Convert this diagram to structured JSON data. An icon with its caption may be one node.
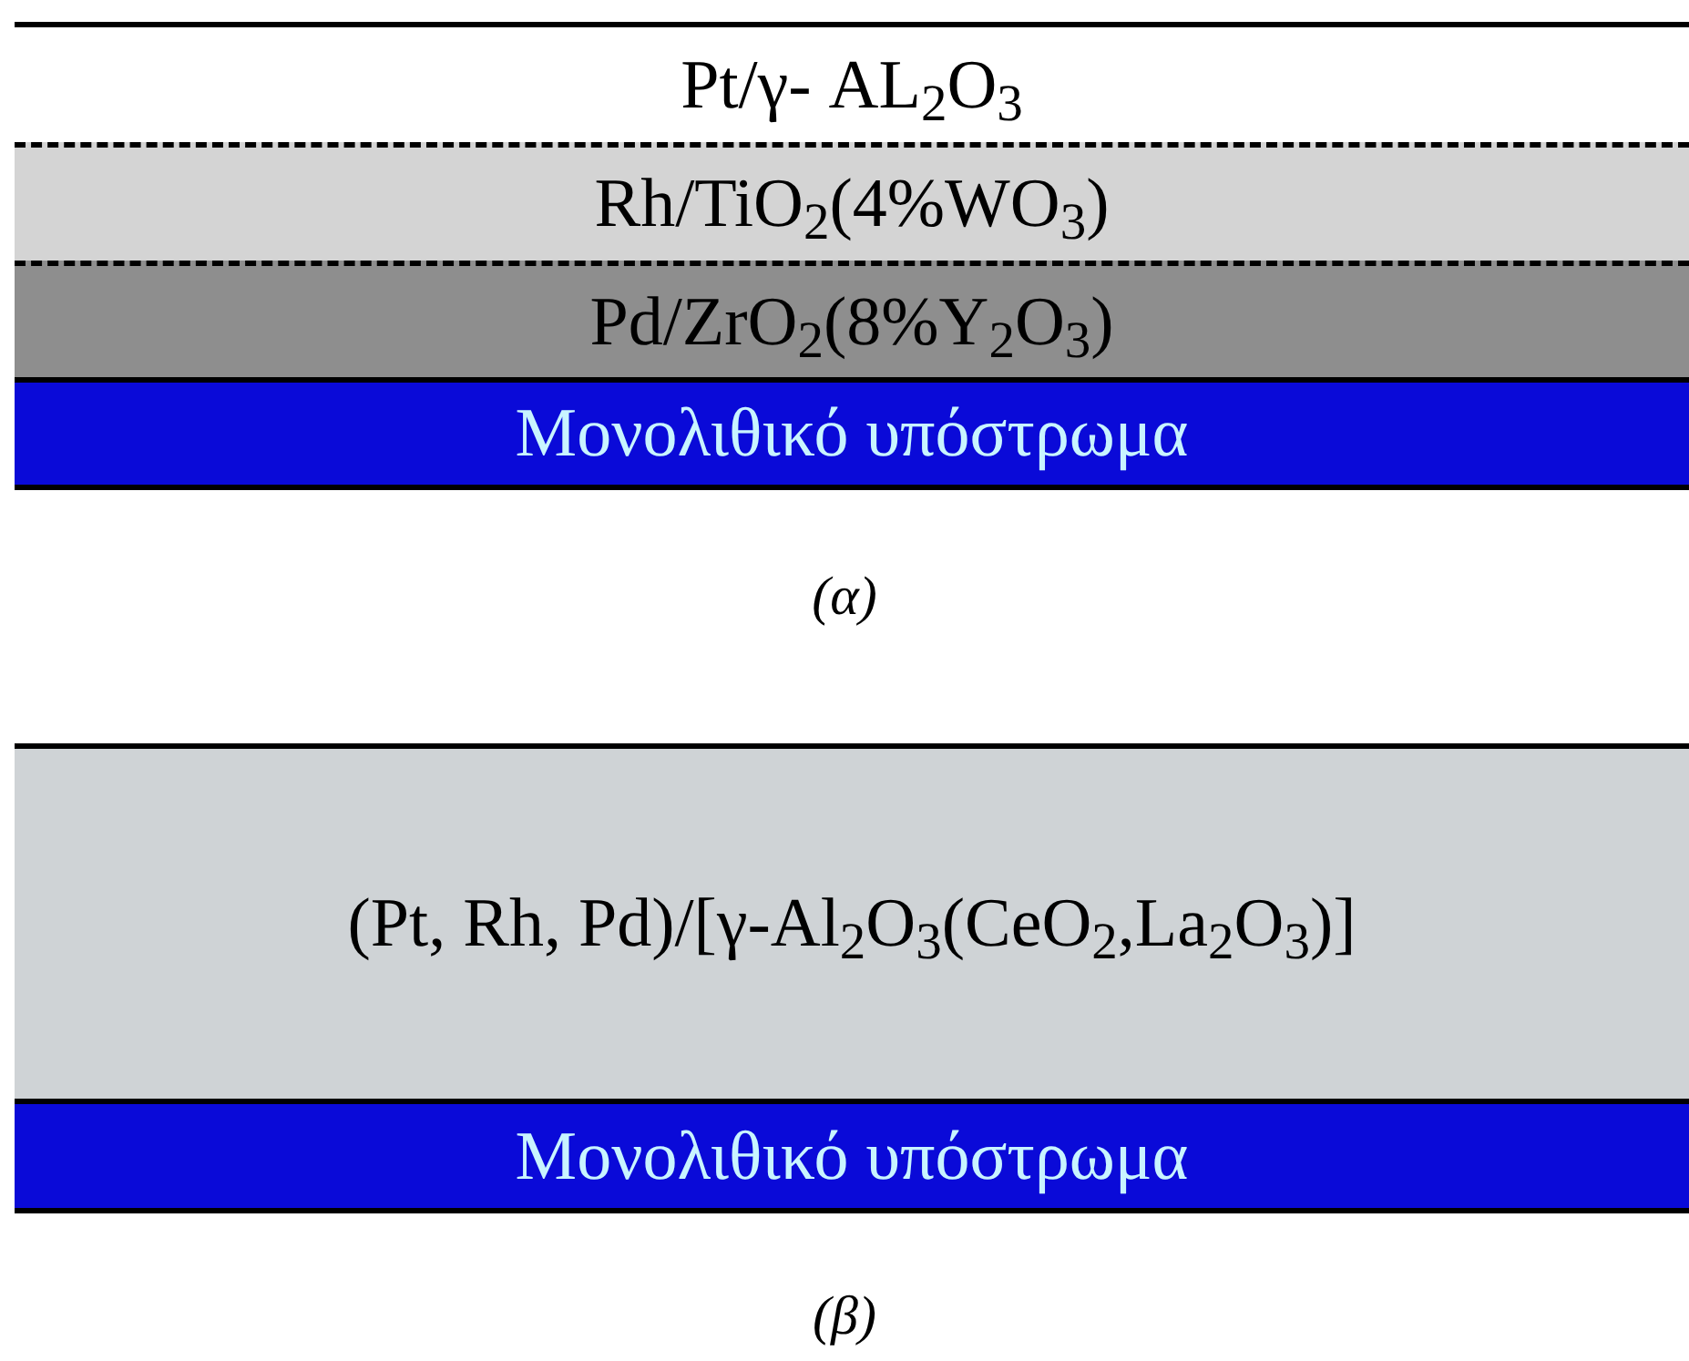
{
  "diagram": {
    "nodes": [
      {
        "text": [
          "Pt/γ- AL$_{2}$O$_{3}$"
        ]
      },
      {
        "text": [
          "Rh/TiO$_{2}$(4%WO$_{3}$)"
        ]
      },
      {
        "text": [
          "Pd/ZrO$_{2}$(8%Y$_{2}$O$_{3}$)"
        ]
      },
      {
        "text": [
          "Μονολιθικό υπόστρωμα"
        ]
      },
      {
        "text": [
          "(Pt, Rh, Pd)/[γ-Al$_{2}$O$_{3}$(CeO$_{2}$,La$_{2}$O$_{3}$)]"
        ]
      },
      {
        "text": [
          "Μονολιθικό υπόστρωμα"
        ]
      }
    ],
    "labels": [
      "(α)",
      "(β)"
    ]
  }
}
